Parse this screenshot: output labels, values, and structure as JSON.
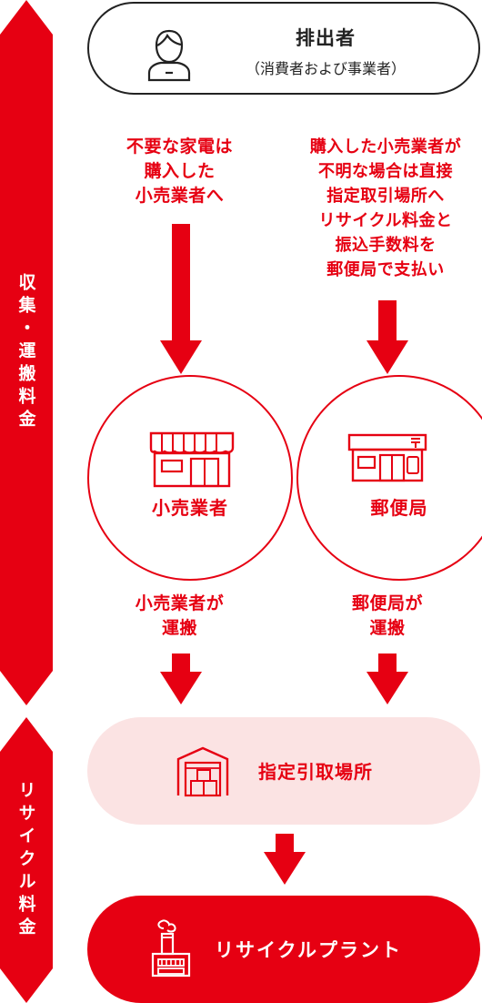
{
  "sidebar": {
    "top_label": "収集・運搬料金",
    "bottom_label": "リサイクル料金"
  },
  "discharger": {
    "title": "排出者",
    "subtitle": "（消費者および事業者）"
  },
  "notes": {
    "left": "不要な家電は\n購入した\n小売業者へ",
    "right": "購入した小売業者が\n不明な場合は直接\n指定取引場所へ\nリサイクル料金と\n振込手数料を\n郵便局で支払い",
    "retailer_transport": "小売業者が\n運搬",
    "postoffice_transport": "郵便局が\n運搬"
  },
  "nodes": {
    "retailer": "小売業者",
    "post_office": "郵便局",
    "designated_site": "指定引取場所",
    "recycling_plant": "リサイクルプラント"
  },
  "colors": {
    "primary": "#e60012",
    "pink": "#fbe3e3"
  },
  "icons": [
    "person-icon",
    "shop-icon",
    "post-office-icon",
    "warehouse-icon",
    "factory-icon"
  ]
}
